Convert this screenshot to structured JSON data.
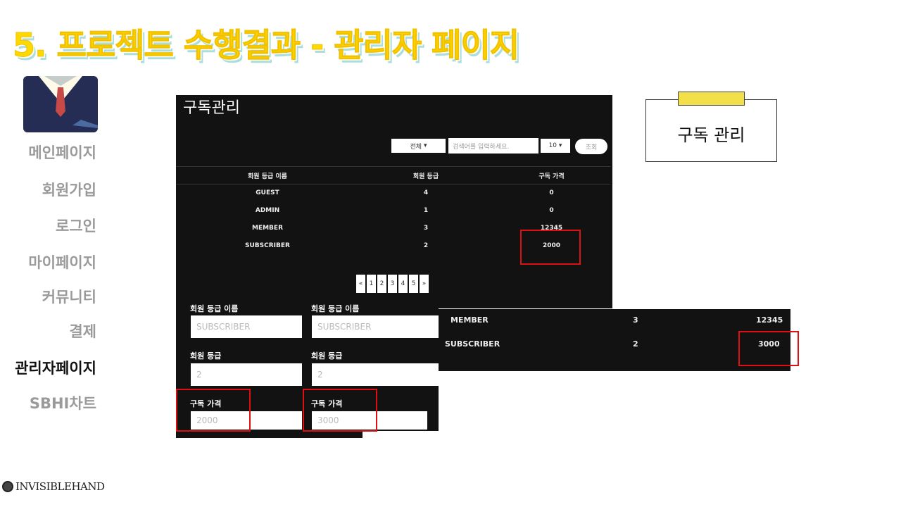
{
  "slide_title": "5. 프로젝트 수행결과 - 관리자 페이지",
  "nav": [
    "메인페이지",
    "회원가입",
    "로그인",
    "마이페이지",
    "커뮤니티",
    "결제",
    "관리자페이지",
    "SBHI차트"
  ],
  "panel": {
    "title": "구독관리",
    "filter": "전체",
    "search_placeholder": "검색어를 입력하세요.",
    "page_size": "10",
    "search_button": "조회",
    "headers": [
      "회원 등급 이름",
      "회원 등급",
      "구독 가격"
    ],
    "rows": [
      [
        "GUEST",
        "4",
        "0"
      ],
      [
        "ADMIN",
        "1",
        "0"
      ],
      [
        "MEMBER",
        "3",
        "12345"
      ],
      [
        "SUBSCRIBER",
        "2",
        "2000"
      ]
    ],
    "pagination": [
      "«",
      "1",
      "2",
      "3",
      "4",
      "5",
      "»"
    ]
  },
  "form_before": {
    "name_label": "회원 등급 이름",
    "name": "SUBSCRIBER",
    "grade_label": "회원 등급",
    "grade": "2",
    "price_label": "구독 가격",
    "price": "2000"
  },
  "form_after": {
    "name_label": "회원 등급 이름",
    "name": "SUBSCRIBER",
    "grade_label": "회원 등급",
    "grade": "2",
    "price_label": "구독 가격",
    "price": "3000"
  },
  "result_rows": [
    [
      "MEMBER",
      "3",
      "12345"
    ],
    [
      "SUBSCRIBER",
      "2",
      "3000"
    ]
  ],
  "note": "구독 관리",
  "logo": "INVISIBLEHAND"
}
